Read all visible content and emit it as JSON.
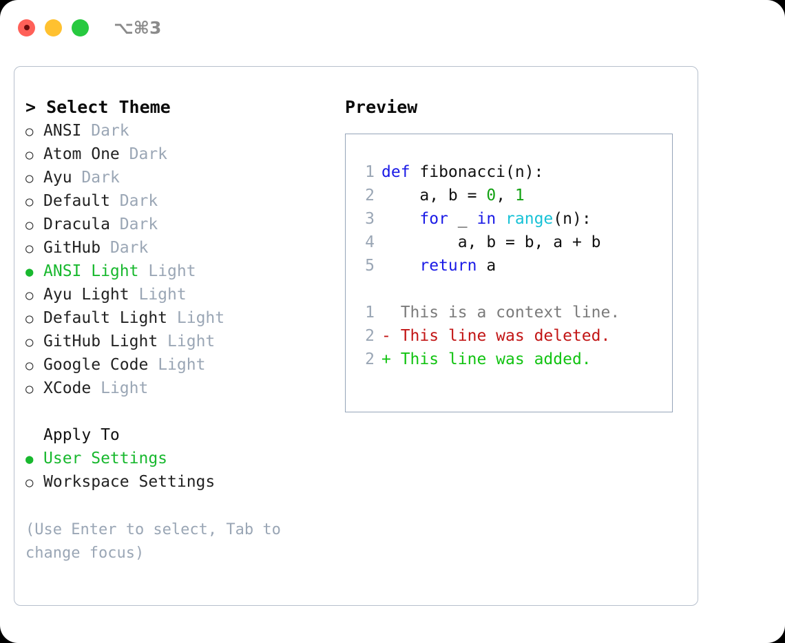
{
  "titlebar": {
    "lights": [
      {
        "name": "close",
        "color": "#ff6058"
      },
      {
        "name": "minimize",
        "color": "#ffc130"
      },
      {
        "name": "zoom",
        "color": "#27c93f"
      }
    ],
    "shortcut": "⌥⌘3"
  },
  "left": {
    "title": "> Select Theme",
    "themes": [
      {
        "bullet": "○",
        "name": "ANSI",
        "kind": "Dark",
        "selected": false
      },
      {
        "bullet": "○",
        "name": "Atom One",
        "kind": "Dark",
        "selected": false
      },
      {
        "bullet": "○",
        "name": "Ayu",
        "kind": "Dark",
        "selected": false
      },
      {
        "bullet": "○",
        "name": "Default",
        "kind": "Dark",
        "selected": false
      },
      {
        "bullet": "○",
        "name": "Dracula",
        "kind": "Dark",
        "selected": false
      },
      {
        "bullet": "○",
        "name": "GitHub",
        "kind": "Dark",
        "selected": false
      },
      {
        "bullet": "●",
        "name": "ANSI Light",
        "kind": "Light",
        "selected": true
      },
      {
        "bullet": "○",
        "name": "Ayu Light",
        "kind": "Light",
        "selected": false
      },
      {
        "bullet": "○",
        "name": "Default Light",
        "kind": "Light",
        "selected": false
      },
      {
        "bullet": "○",
        "name": "GitHub Light",
        "kind": "Light",
        "selected": false
      },
      {
        "bullet": "○",
        "name": "Google Code",
        "kind": "Light",
        "selected": false
      },
      {
        "bullet": "○",
        "name": "XCode",
        "kind": "Light",
        "selected": false
      }
    ],
    "apply_to_title": "Apply To",
    "apply_to": [
      {
        "bullet": "●",
        "label": "User Settings",
        "selected": true
      },
      {
        "bullet": "○",
        "label": "Workspace Settings",
        "selected": false
      }
    ],
    "hint": "(Use Enter to select, Tab to change focus)"
  },
  "right": {
    "title": "Preview",
    "code": [
      {
        "no": "1",
        "tokens": [
          {
            "t": "def",
            "c": "kw"
          },
          {
            "t": " fibonacci(n):",
            "c": "plain"
          }
        ]
      },
      {
        "no": "2",
        "tokens": [
          {
            "t": "    a, b = ",
            "c": "plain"
          },
          {
            "t": "0",
            "c": "num"
          },
          {
            "t": ", ",
            "c": "plain"
          },
          {
            "t": "1",
            "c": "num"
          }
        ]
      },
      {
        "no": "3",
        "tokens": [
          {
            "t": "    ",
            "c": "plain"
          },
          {
            "t": "for",
            "c": "kw"
          },
          {
            "t": " _ ",
            "c": "plain"
          },
          {
            "t": "in",
            "c": "kw"
          },
          {
            "t": " ",
            "c": "plain"
          },
          {
            "t": "range",
            "c": "fn"
          },
          {
            "t": "(n):",
            "c": "plain"
          }
        ]
      },
      {
        "no": "4",
        "tokens": [
          {
            "t": "        a, b = b, a + b",
            "c": "plain"
          }
        ]
      },
      {
        "no": "5",
        "tokens": [
          {
            "t": "    ",
            "c": "plain"
          },
          {
            "t": "return",
            "c": "kw"
          },
          {
            "t": " a",
            "c": "plain"
          }
        ]
      }
    ],
    "diff": [
      {
        "no": "1",
        "marker": "  ",
        "text": "This is a context line.",
        "kind": "ctx"
      },
      {
        "no": "2",
        "marker": "- ",
        "text": "This line was deleted.",
        "kind": "del"
      },
      {
        "no": "2",
        "marker": "+ ",
        "text": "This line was added.",
        "kind": "add"
      }
    ]
  }
}
